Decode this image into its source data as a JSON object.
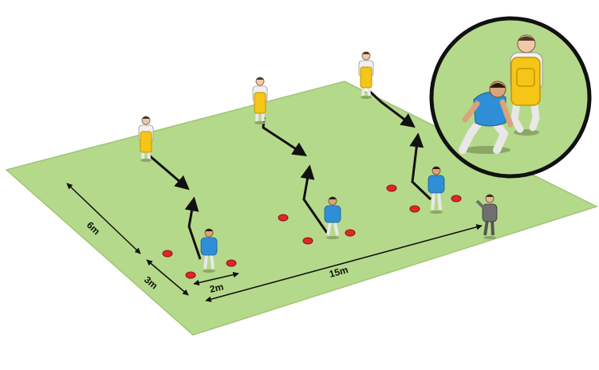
{
  "diagram": {
    "colors": {
      "pitch": "#b5d98a",
      "pitch_edge": "#9fc673",
      "attacker_shirt": "#2f8fd6",
      "shield": "#f5c518",
      "shield_edge": "#c89400",
      "cone": "#e0262b",
      "arrow": "#111111"
    },
    "labels": {
      "width_6m": "6m",
      "depth_3m": "3m",
      "gap_2m": "2m",
      "length_15m": "15m"
    },
    "icons": {
      "inset": "zoom-inset-tackle-contact",
      "defender": "tackle-shield-holder-icon",
      "attacker": "blue-attacker-icon",
      "coach": "coach-icon",
      "cone": "red-cone-icon"
    }
  }
}
